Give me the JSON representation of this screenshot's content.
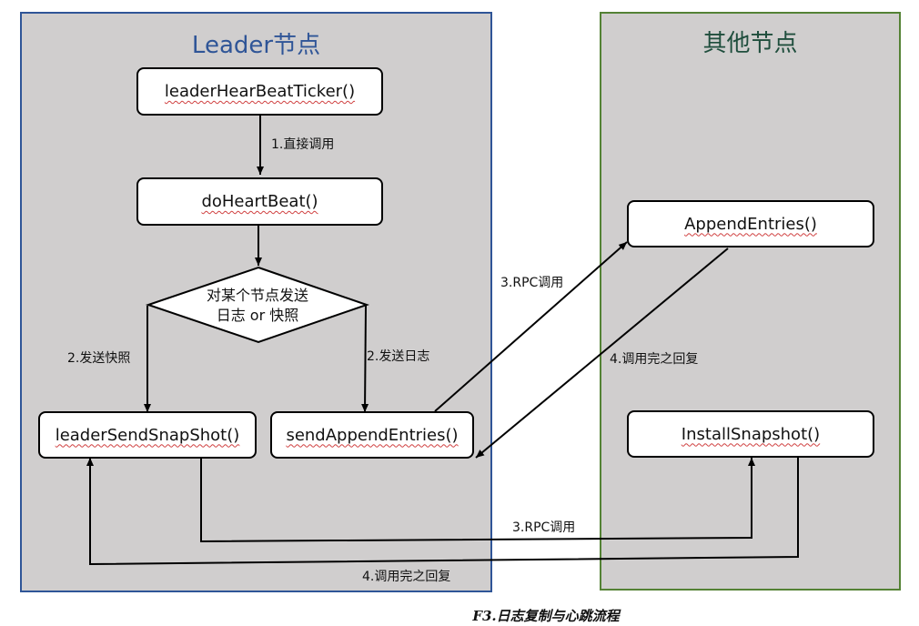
{
  "panels": {
    "leader_title": "Leader节点",
    "other_title": "其他节点"
  },
  "nodes": {
    "ticker": "leaderHearBeatTicker()",
    "heartbeat": "doHeartBeat()",
    "decision": "对某个节点发送日志 or 快照",
    "decision_line1": "对某个节点发送",
    "decision_line2": "日志 or 快照",
    "snapshot_send": "leaderSendSnapShot()",
    "append_send": "sendAppendEntries()",
    "append_entries": "AppendEntries()",
    "install_snapshot": "InstallSnapshot()"
  },
  "edges": {
    "direct_call": "1.直接调用",
    "send_snapshot": "2.发送快照",
    "send_log": "2.发送日志",
    "rpc_append": "3.RPC调用",
    "reply_append": "4.调用完之回复",
    "rpc_snapshot": "3.RPC调用",
    "reply_snapshot": "4.调用完之回复"
  },
  "caption": "F3.日志复制与心跳流程",
  "colors": {
    "leader_border": "#2f5597",
    "other_border": "#548235",
    "panel_fill": "#d0cece"
  }
}
